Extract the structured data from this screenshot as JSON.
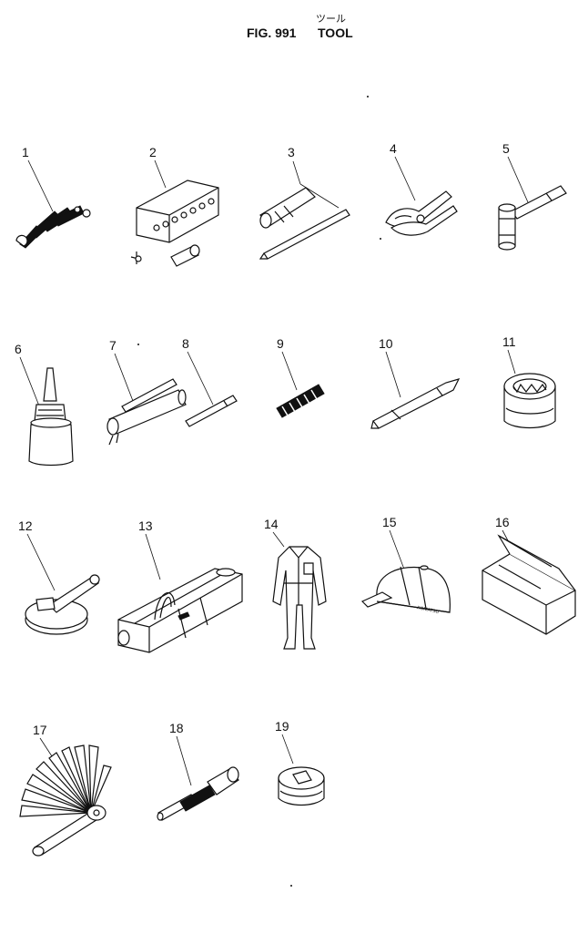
{
  "header": {
    "japanese_title": "ツール",
    "figure_number": "FIG. 991",
    "title": "TOOL"
  },
  "callouts": [
    "1",
    "2",
    "3",
    "4",
    "5",
    "6",
    "7",
    "8",
    "9",
    "10",
    "11",
    "12",
    "13",
    "14",
    "15",
    "16",
    "17",
    "18",
    "19"
  ],
  "item_texts": {
    "cap_brand": "KOMATSU"
  }
}
